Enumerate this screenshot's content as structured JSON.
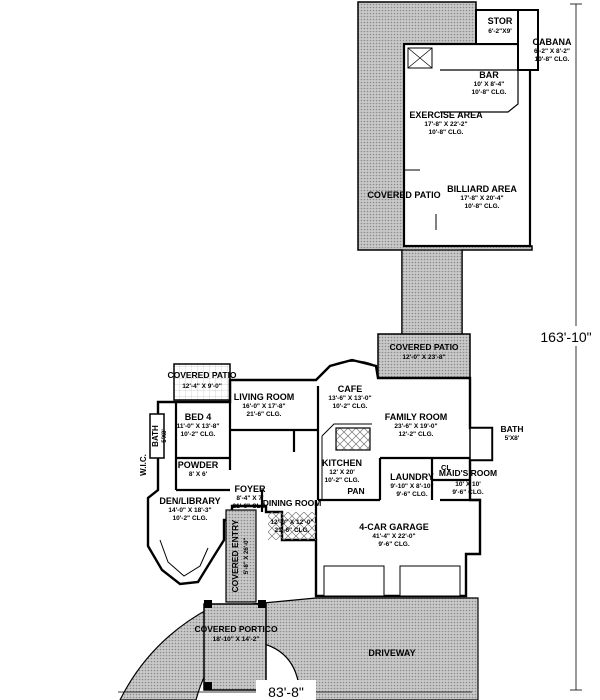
{
  "dimensions": {
    "depth": "163'-10\"",
    "width": "83'-8\""
  },
  "rooms": [
    {
      "id": "stor",
      "name": "STOR",
      "size": "6'-2\"X9'",
      "clg": ""
    },
    {
      "id": "cabana",
      "name": "CABANA",
      "size": "6'-2\" X 8'-2\"",
      "clg": "10'-8\" CLG."
    },
    {
      "id": "bar",
      "name": "BAR",
      "size": "10' X 8'-4\"",
      "clg": "10'-8\" CLG."
    },
    {
      "id": "exercise",
      "name": "EXERCISE AREA",
      "size": "17'-8\" X 22'-2\"",
      "clg": "10'-8\" CLG."
    },
    {
      "id": "billiard",
      "name": "BILLIARD AREA",
      "size": "17'-8\" X 20'-4\"",
      "clg": "10'-8\" CLG."
    },
    {
      "id": "covered_patio_rear",
      "name": "COVERED PATIO",
      "size": "",
      "clg": ""
    },
    {
      "id": "covered_patio_mid",
      "name": "COVERED PATIO",
      "size": "12'-0\" X 23'-8\"",
      "clg": ""
    },
    {
      "id": "covered_patio_left",
      "name": "COVERED PATIO",
      "size": "12'-4\" X 9'-0\"",
      "clg": ""
    },
    {
      "id": "living",
      "name": "LIVING ROOM",
      "size": "16'-0\" X 17'-8\"",
      "clg": "21'-6\" CLG."
    },
    {
      "id": "cafe",
      "name": "CAFE",
      "size": "13'-6\" X 13'-0\"",
      "clg": "10'-2\" CLG."
    },
    {
      "id": "family",
      "name": "FAMILY ROOM",
      "size": "23'-6\" X 19'-0\"",
      "clg": "12'-2\" CLG."
    },
    {
      "id": "bath_right",
      "name": "BATH",
      "size": "5'X8'",
      "clg": ""
    },
    {
      "id": "bed4",
      "name": "BED 4",
      "size": "11'-0\" X 13'-8\"",
      "clg": "10'-2\" CLG."
    },
    {
      "id": "wic",
      "name": "W.I.C.",
      "size": "",
      "clg": ""
    },
    {
      "id": "bath_left",
      "name": "BATH",
      "size": "5'X8'",
      "clg": ""
    },
    {
      "id": "powder",
      "name": "POWDER",
      "size": "8' X 6'",
      "clg": ""
    },
    {
      "id": "kitchen",
      "name": "KITCHEN",
      "size": "12' X 20'",
      "clg": "10'-2\" CLG."
    },
    {
      "id": "laundry",
      "name": "LAUNDRY",
      "size": "9'-10\" X 8'-10\"",
      "clg": "9'-6\" CLG."
    },
    {
      "id": "maids",
      "name": "MAID'S ROOM",
      "size": "10' X 10'",
      "clg": "9'-6\" CLG."
    },
    {
      "id": "pan",
      "name": "PAN",
      "size": "",
      "clg": ""
    },
    {
      "id": "cl",
      "name": "CL",
      "size": "",
      "clg": ""
    },
    {
      "id": "foyer",
      "name": "FOYER",
      "size": "8'-4\" X 7'",
      "clg": "21'-6\" CLG."
    },
    {
      "id": "dining",
      "name": "DINING ROOM",
      "size": "12'-0\" X 12'-0\"",
      "clg": "21'-6\" CLG."
    },
    {
      "id": "den",
      "name": "DEN/LIBRARY",
      "size": "14'-0\" X 18'-3\"",
      "clg": "10'-2\" CLG."
    },
    {
      "id": "garage",
      "name": "4-CAR GARAGE",
      "size": "41'-4\" X 22'-0\"",
      "clg": "9'-6\" CLG."
    },
    {
      "id": "covered_entry",
      "name": "COVERED ENTRY",
      "size": "5'-8\" X 26'-0\"",
      "clg": ""
    },
    {
      "id": "portico",
      "name": "COVERED PORTICO",
      "size": "18'-10\" X 14'-2\"",
      "clg": ""
    },
    {
      "id": "driveway",
      "name": "DRIVEWAY",
      "size": "",
      "clg": ""
    }
  ],
  "colors": {
    "hatch": "#9a9a9a",
    "wall": "#000000",
    "background": "#ffffff"
  }
}
